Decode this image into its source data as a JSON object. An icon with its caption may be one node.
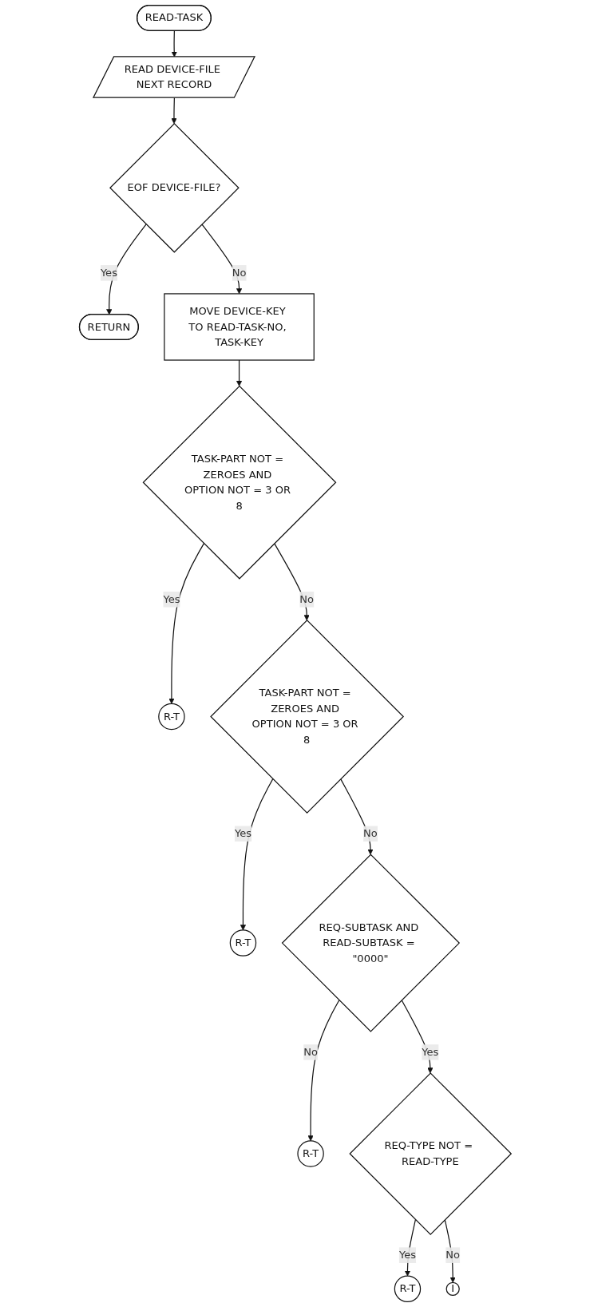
{
  "diagram": {
    "nodes": [
      {
        "text": [
          "READ-TASK"
        ]
      },
      {
        "text": [
          "READ DEVICE-FILE NEXT RECORD"
        ]
      },
      {
        "text": [
          "EOF DEVICE-FILE?"
        ]
      },
      {
        "text": [
          "RETURN"
        ]
      },
      {
        "text": [
          "MOVE DEVICE-KEY TO READ-TASK-NO, TASK-KEY"
        ]
      },
      {
        "text": [
          "TASK-PART NOT = ZEROES AND OPTION NOT = 3 OR 8"
        ]
      },
      {
        "text": [
          "R-T"
        ]
      },
      {
        "text": [
          "TASK-PART NOT = ZEROES AND OPTION NOT = 3 OR 8"
        ]
      },
      {
        "text": [
          "R-T"
        ]
      },
      {
        "text": [
          "REQ-SUBTASK AND READ-SUBTASK = \"0000\""
        ]
      },
      {
        "text": [
          "R-T"
        ]
      },
      {
        "text": [
          "REQ-TYPE NOT = READ-TYPE"
        ]
      },
      {
        "text": [
          "R-T"
        ]
      },
      {
        "text": [
          "I"
        ]
      }
    ],
    "edges": [
      {
        "from": 0,
        "to": 1,
        "arrow": "to"
      },
      {
        "from": 1,
        "to": 2,
        "arrow": "to"
      },
      {
        "from": 2,
        "to": 3,
        "label": "Yes",
        "arrow": "to"
      },
      {
        "from": 2,
        "to": 4,
        "label": "No",
        "arrow": "to"
      },
      {
        "from": 4,
        "to": 5,
        "arrow": "to"
      },
      {
        "from": 5,
        "to": 6,
        "label": "Yes",
        "arrow": "to"
      },
      {
        "from": 5,
        "to": 7,
        "label": "No",
        "arrow": "to"
      },
      {
        "from": 7,
        "to": 8,
        "label": "Yes",
        "arrow": "to"
      },
      {
        "from": 7,
        "to": 9,
        "label": "No",
        "arrow": "to"
      },
      {
        "from": 9,
        "to": 10,
        "label": "No",
        "arrow": "to"
      },
      {
        "from": 9,
        "to": 11,
        "label": "Yes",
        "arrow": "to"
      },
      {
        "from": 11,
        "to": 12,
        "label": "Yes",
        "arrow": "to"
      },
      {
        "from": 11,
        "to": 13,
        "label": "No",
        "arrow": "to"
      }
    ]
  }
}
